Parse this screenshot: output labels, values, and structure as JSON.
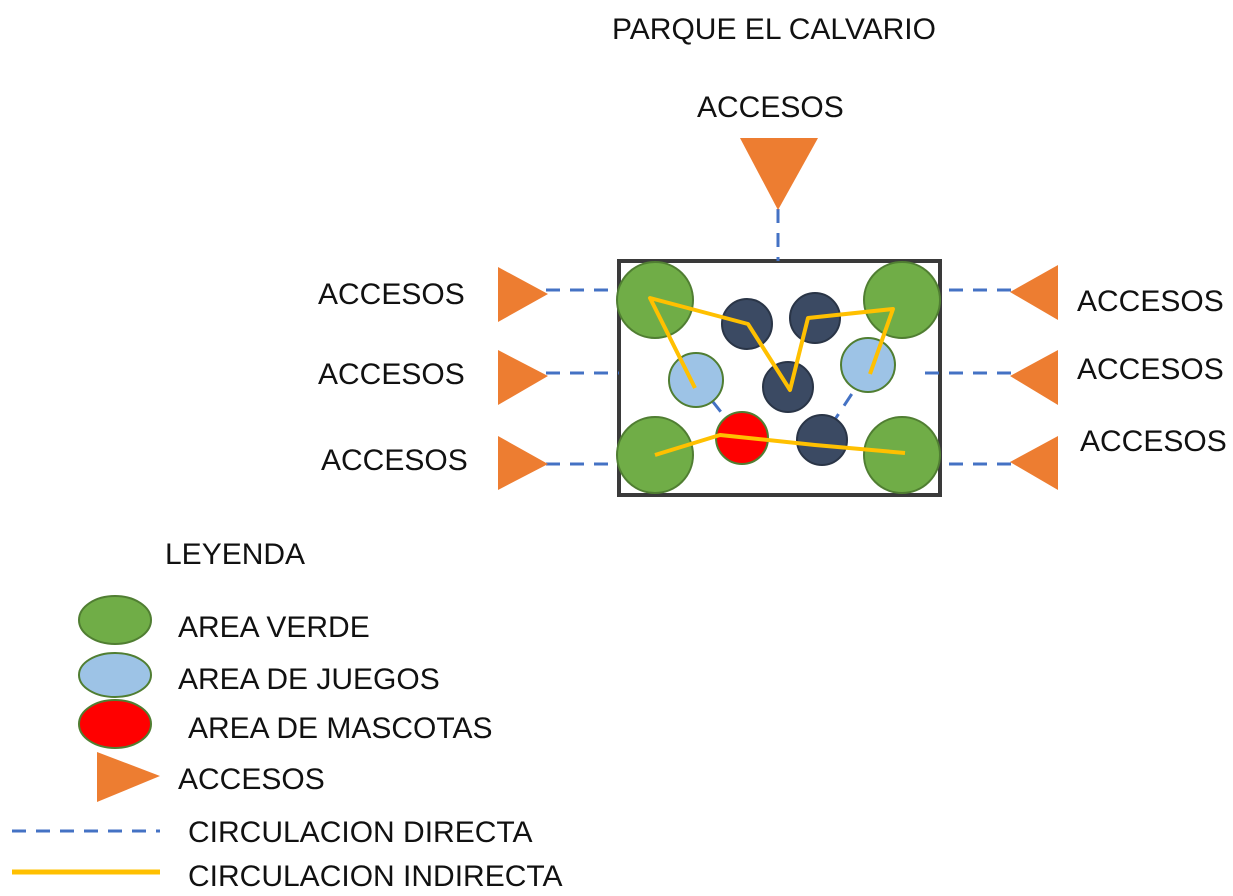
{
  "title": "PARQUE EL CALVARIO",
  "access_labels": {
    "top": "ACCESOS",
    "left_1": "ACCESOS",
    "left_2": "ACCESOS",
    "left_3": "ACCESOS",
    "right_1": "ACCESOS",
    "right_2": "ACCESOS",
    "right_3": "ACCESOS"
  },
  "legend": {
    "title": "LEYENDA",
    "items": [
      {
        "label": "AREA VERDE",
        "symbol": "circle",
        "color": "#70ad47"
      },
      {
        "label": "AREA DE JUEGOS",
        "symbol": "circle",
        "color": "#9dc3e6"
      },
      {
        "label": "AREA DE MASCOTAS",
        "symbol": "circle",
        "color": "#ff0000"
      },
      {
        "label": "ACCESOS",
        "symbol": "triangle",
        "color": "#ed7d31"
      },
      {
        "label": "CIRCULACION DIRECTA",
        "symbol": "dashed-line",
        "color": "#4472c4"
      },
      {
        "label": "CIRCULACION INDIRECTA",
        "symbol": "solid-line",
        "color": "#ffc000"
      }
    ]
  },
  "colors": {
    "green_area": "#70ad47",
    "green_stroke": "#507e32",
    "play_area": "#9dc3e6",
    "pet_area": "#ff0000",
    "dark_node": "#3b4a63",
    "access": "#ed7d31",
    "direct_circulation": "#4472c4",
    "indirect_circulation": "#ffc000",
    "site_boundary": "#3a3a3a"
  }
}
